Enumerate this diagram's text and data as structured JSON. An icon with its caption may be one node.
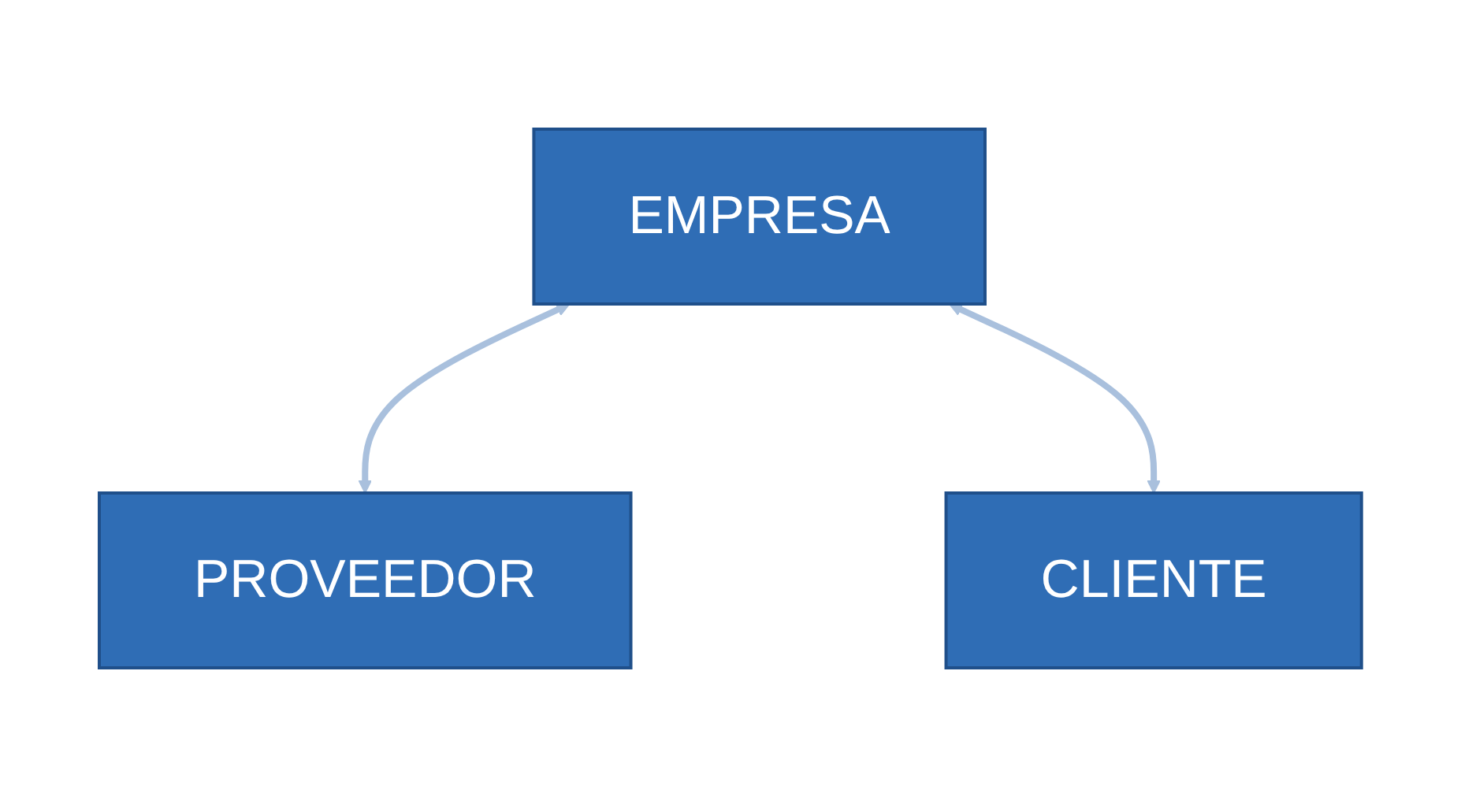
{
  "diagram": {
    "nodes": [
      {
        "text": [
          "EMPRESA"
        ]
      },
      {
        "text": [
          "PROVEEDOR"
        ]
      },
      {
        "text": [
          "CLIENTE"
        ]
      }
    ],
    "edges": [
      {
        "from": 0,
        "to": 1,
        "arrow": "both"
      },
      {
        "from": 0,
        "to": 2,
        "arrow": "both"
      }
    ]
  }
}
